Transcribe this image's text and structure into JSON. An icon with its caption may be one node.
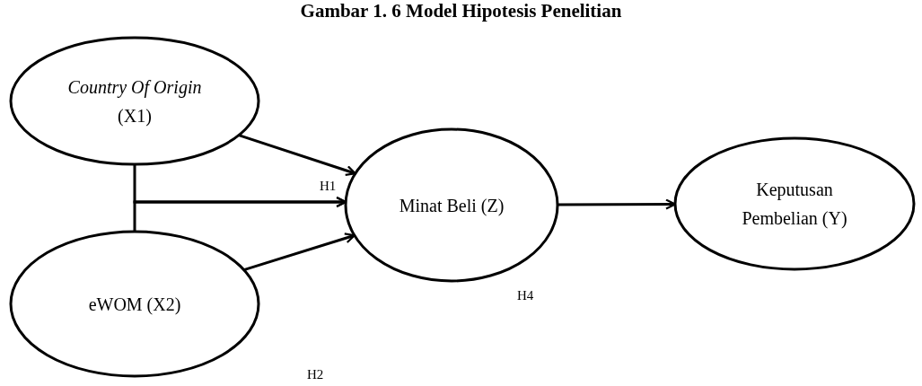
{
  "diagram": {
    "title": "Gambar 1. 6 Model Hipotesis Penelitian",
    "nodes": [
      {
        "text": [
          "*Country Of Origin* (X1)"
        ]
      },
      {
        "text": [
          "eWOM (X2)"
        ]
      },
      {
        "text": [
          "Minat Beli (Z)"
        ]
      },
      {
        "text": [
          "Keputusan Pembelian (Y)"
        ]
      }
    ],
    "edges": [
      {
        "from": 0,
        "to": 2,
        "arrow": "to"
      },
      {
        "from": 1,
        "to": 2,
        "arrow": "to"
      },
      {
        "from": 0,
        "to": 2,
        "arrow": "to"
      },
      {
        "from": 1,
        "to": 2,
        "arrow": "to"
      },
      {
        "from": 2,
        "to": 3,
        "arrow": "to"
      }
    ],
    "labels": [
      "H1",
      "H4",
      "H2"
    ]
  }
}
